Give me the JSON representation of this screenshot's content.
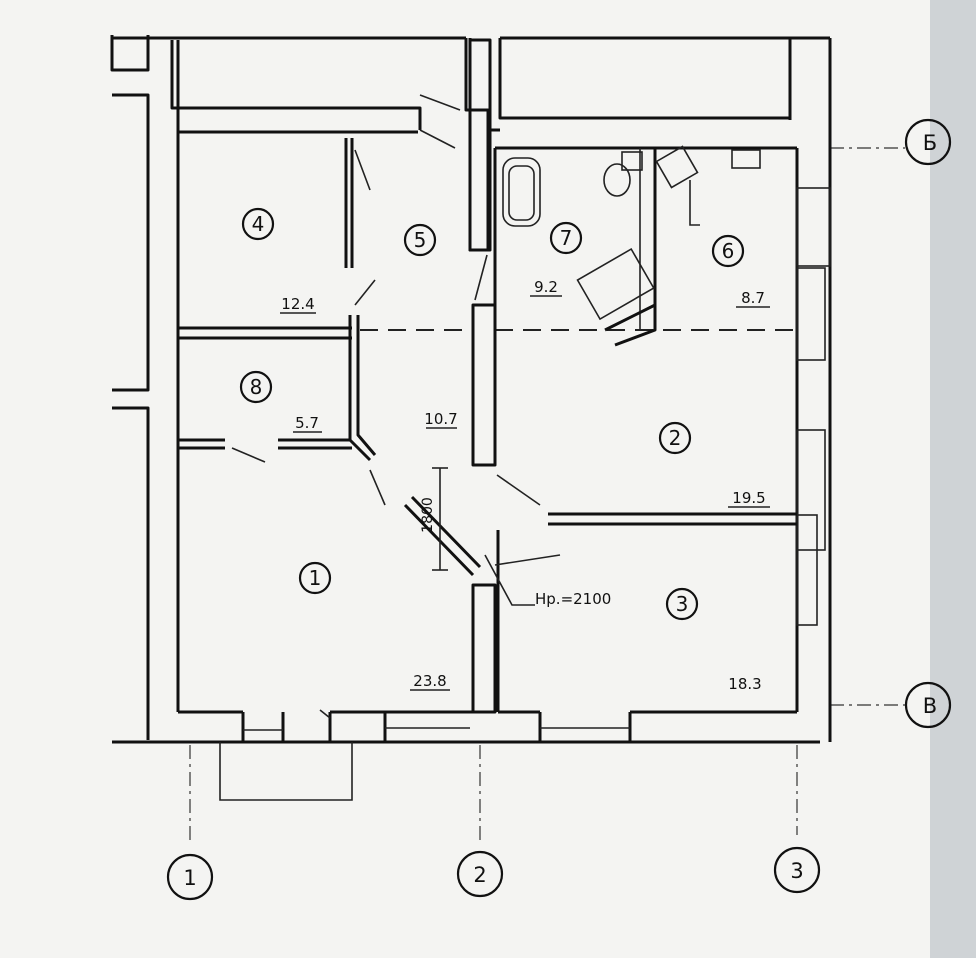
{
  "rooms": [
    {
      "number": "1",
      "area": "23.8"
    },
    {
      "number": "2",
      "area": "19.5"
    },
    {
      "number": "3",
      "area": "18.3"
    },
    {
      "number": "4",
      "area": "12.4"
    },
    {
      "number": "5",
      "area": "10.7"
    },
    {
      "number": "6",
      "area": "8.7"
    },
    {
      "number": "7",
      "area": "9.2"
    },
    {
      "number": "8",
      "area": "5.7"
    }
  ],
  "axes": {
    "vertical": [
      "1",
      "2",
      "3"
    ],
    "horizontal": [
      "Б",
      "В"
    ]
  },
  "annotations": {
    "door_dimension": "1800",
    "height": "Нр.=2100"
  },
  "colors": {
    "ink": "#111111",
    "paper": "#f4f4f2"
  }
}
